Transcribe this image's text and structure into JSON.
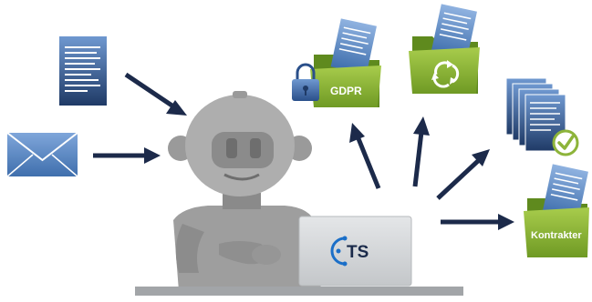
{
  "folders": {
    "gdpr_label": "GDPR",
    "kontrakter_label": "Kontrakter"
  },
  "laptop": {
    "logo_text": "TS"
  },
  "icons": {
    "lock": "lock-icon",
    "recycle": "recycle-icon",
    "checkmark": "check-icon",
    "envelope": "envelope-icon",
    "document": "document-icon",
    "robot": "robot-icon"
  },
  "colors": {
    "document_blue": "#3f6fad",
    "document_dark": "#1f3a66",
    "folder_green": "#8db43a",
    "folder_dark": "#5f8a1e",
    "arrow_navy": "#1c2a4a",
    "robot_gray": "#a9a9a9",
    "laptop_gray": "#d4d6d8",
    "logo_blue": "#1b6fc8"
  }
}
